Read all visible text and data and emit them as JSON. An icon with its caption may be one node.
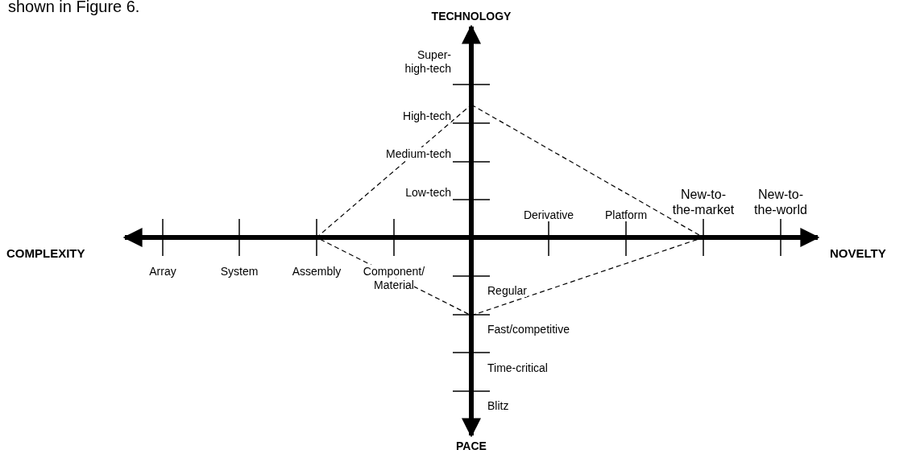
{
  "diagram": {
    "labels": [
      "shown in Figure 6.",
      "TECHNOLOGY",
      "Super- high-tech",
      "High-tech",
      "Medium-tech",
      "Low-tech",
      "New-to- the-market",
      "New-to- the-world",
      "Derivative",
      "Platform",
      "COMPLEXITY",
      "NOVELTY",
      "Array",
      "System",
      "Assembly",
      "Component/ Material",
      "Regular",
      "Fast/competitive",
      "Time-critical",
      "Blitz",
      "PACE"
    ]
  }
}
